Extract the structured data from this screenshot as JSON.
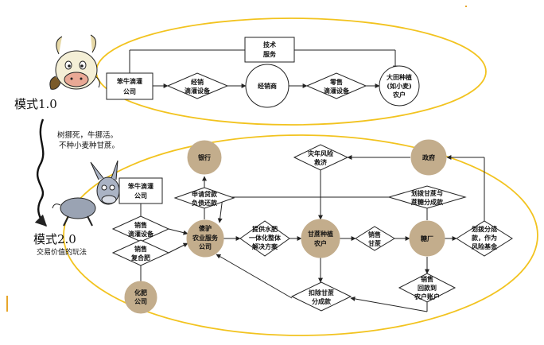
{
  "modes": {
    "mode1": "模式1.0",
    "mode2": "模式2.0",
    "mode2_sub": "交易价值的玩法",
    "note_line1": "树挪死，牛挪活。",
    "note_line2": "不种小麦种甘蔗。"
  },
  "top": {
    "tech_service": [
      "技术",
      "服务"
    ],
    "niu_company": [
      "笨牛滴灌",
      "公司"
    ],
    "dist_equipment": [
      "经销",
      "滴灌设备"
    ],
    "dealer": "经销商",
    "retail_equipment": [
      "零售",
      "滴灌设备"
    ],
    "big_farmer": [
      "大田种植",
      "(如小麦)",
      "农户"
    ]
  },
  "bottom": {
    "bank": "银行",
    "apply_loan": [
      "申请贷款",
      "负债还款"
    ],
    "niu_company": [
      "笨牛滴灌",
      "公司"
    ],
    "sell_equipment": [
      "销售",
      "滴灌设备"
    ],
    "sell_fertilizer": [
      "销售",
      "复合肥"
    ],
    "fertilizer_co": [
      "化肥",
      "公司"
    ],
    "shalv": [
      "傻驴",
      "农业服务",
      "公司"
    ],
    "provide": [
      "提供水肥",
      "一体化整体",
      "解决方案"
    ],
    "cane_farmer": [
      "甘蔗种植",
      "农户"
    ],
    "sell_cane": [
      "销售",
      "甘蔗"
    ],
    "sugar_mill": "糖厂",
    "sell_payment": [
      "销售",
      "回款到",
      "农户账户"
    ],
    "deduct": [
      "扣除甘蔗",
      "分成款"
    ],
    "transfer_share": [
      "划拨甘蔗与",
      "蔗糖分成款"
    ],
    "allocate": [
      "划拨分成",
      "款，作为",
      "风险基金"
    ],
    "bad_year": [
      "灾年风险",
      "救济"
    ],
    "government": "政府"
  },
  "colors": {
    "ellipse": "#f2c31f",
    "circle_fill": "#c3ad8c",
    "line": "#222222"
  },
  "icons": {
    "cow": "cow-cartoon-icon",
    "donkey": "donkey-cartoon-icon"
  }
}
